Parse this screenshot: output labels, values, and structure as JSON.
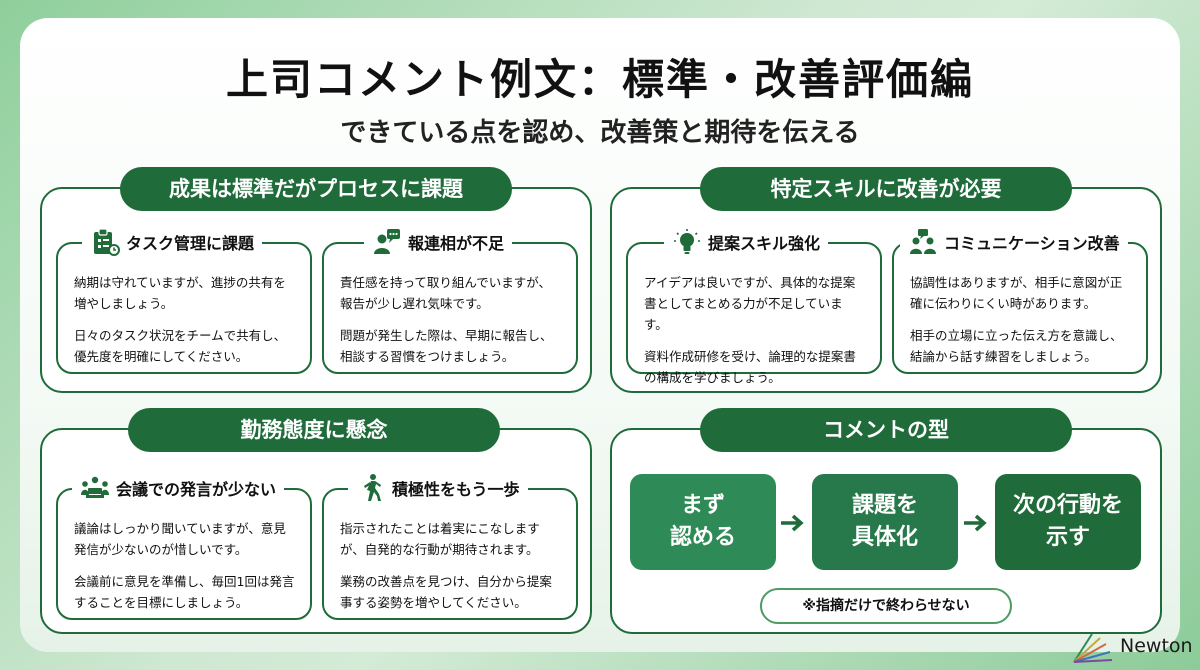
{
  "title": "上司コメント例文：標準・改善評価編",
  "subtitle": "できている点を認め、改善策と期待を伝える",
  "sections": [
    {
      "label": "成果は標準だがプロセスに課題",
      "cards": [
        {
          "heading": "タスク管理に課題",
          "icon": "clipboard-check-icon",
          "p1": "納期は守れていますが、進捗の共有を増やしましょう。",
          "p2": "日々のタスク状況をチームで共有し、優先度を明確にしてください。"
        },
        {
          "heading": "報連相が不足",
          "icon": "person-speech-icon",
          "p1": "責任感を持って取り組んでいますが、報告が少し遅れ気味です。",
          "p2": "問題が発生した際は、早期に報告し、相談する習慣をつけましょう。"
        }
      ]
    },
    {
      "label": "特定スキルに改善が必要",
      "cards": [
        {
          "heading": "提案スキル強化",
          "icon": "lightbulb-icon",
          "p1": "アイデアは良いですが、具体的な提案書としてまとめる力が不足しています。",
          "p2": "資料作成研修を受け、論理的な提案書の構成を学びましょう。"
        },
        {
          "heading": "コミュニケーション改善",
          "icon": "people-talk-icon",
          "p1": "協調性はありますが、相手に意図が正確に伝わりにくい時があります。",
          "p2": "相手の立場に立った伝え方を意識し、結論から話す練習をしましょう。"
        }
      ]
    },
    {
      "label": "勤務態度に懸念",
      "cards": [
        {
          "heading": "会議での発言が少ない",
          "icon": "meeting-icon",
          "p1": "議論はしっかり聞いていますが、意見発信が少ないのが惜しいです。",
          "p2": "会議前に意見を準備し、毎回1回は発言することを目標にしましょう。"
        },
        {
          "heading": "積極性をもう一歩",
          "icon": "walking-person-icon",
          "p1": "指示されたことは着実にこなしますが、自発的な行動が期待されます。",
          "p2": "業務の改善点を見つけ、自分から提案事する姿勢を増やしてください。"
        }
      ]
    }
  ],
  "comment_type": {
    "label": "コメントの型",
    "steps": [
      "まず\n認める",
      "課題を\n具体化",
      "次の行動を\n示す"
    ],
    "note": "※指摘だけで終わらせない"
  },
  "logo": "Newton",
  "colors": {
    "primary": "#1f6b3a",
    "step1": "#2e8b57",
    "step2": "#27784a",
    "step3": "#1f6b3a"
  }
}
